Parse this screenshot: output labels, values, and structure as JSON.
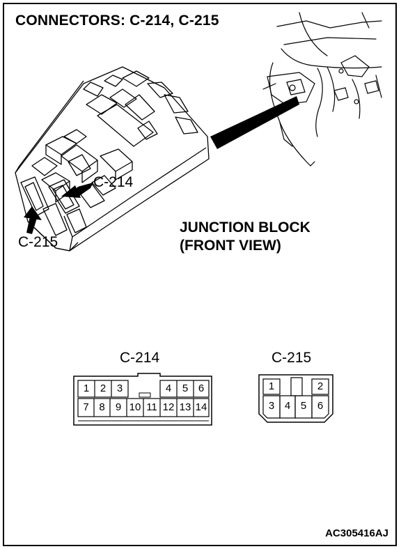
{
  "title": "CONNECTORS: C-214, C-215",
  "callouts": {
    "c214_arrow_label": "C-214",
    "c215_arrow_label": "C-215"
  },
  "junction_block": {
    "line1": "JUNCTION BLOCK",
    "line2": "(FRONT VIEW)"
  },
  "connector_c214": {
    "name": "C-214",
    "top_row": [
      "1",
      "2",
      "3",
      "",
      "4",
      "5",
      "6"
    ],
    "bottom_row": [
      "7",
      "8",
      "9",
      "10",
      "11",
      "12",
      "13",
      "14"
    ]
  },
  "connector_c215": {
    "name": "C-215",
    "top_row": [
      "1",
      "",
      "2"
    ],
    "bottom_row": [
      "3",
      "4",
      "5",
      "6"
    ]
  },
  "figure_id": "AC305416AJ"
}
